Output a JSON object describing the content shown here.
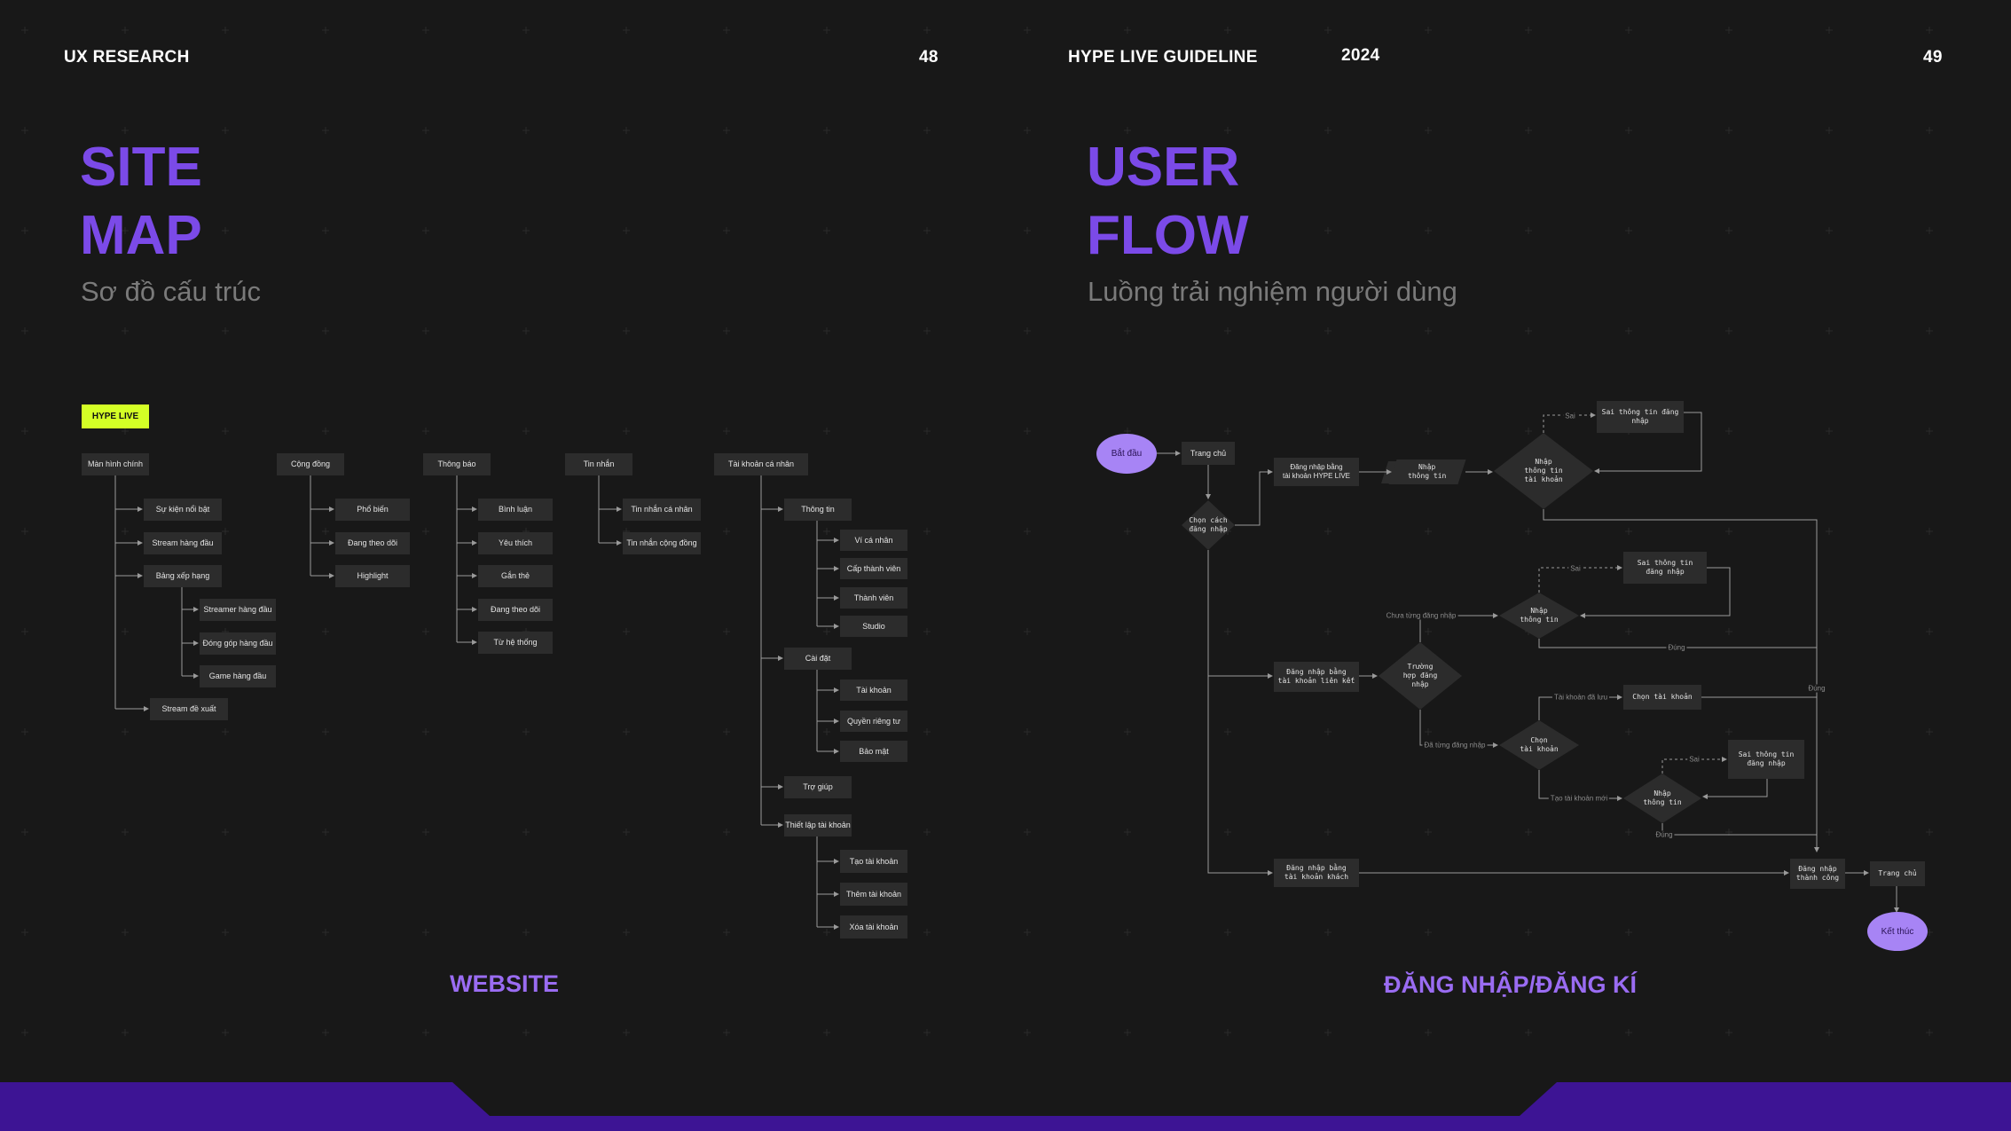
{
  "left_page": {
    "header": "UX RESEARCH",
    "page_number": "48",
    "title_line1": "SITE",
    "title_line2": "MAP",
    "subtitle": "Sơ đồ cấu trúc",
    "caption": "WEBSITE",
    "root_badge": "HYPE LIVE",
    "sitemap": [
      {
        "label": "Màn hình chính",
        "children": [
          {
            "label": "Sự kiện nổi bật"
          },
          {
            "label": "Stream hàng đầu"
          },
          {
            "label": "Bảng xếp hạng",
            "children": [
              {
                "label": "Streamer hàng đầu"
              },
              {
                "label": "Đóng góp hàng đầu"
              },
              {
                "label": "Game hàng đầu"
              }
            ]
          },
          {
            "label": "Stream đề xuất"
          }
        ]
      },
      {
        "label": "Cộng đồng",
        "children": [
          {
            "label": "Phổ biến"
          },
          {
            "label": "Đang theo dõi"
          },
          {
            "label": "Highlight"
          }
        ]
      },
      {
        "label": "Thông báo",
        "children": [
          {
            "label": "Bình luận"
          },
          {
            "label": "Yêu thích"
          },
          {
            "label": "Gắn thẻ"
          },
          {
            "label": "Đang theo dõi"
          },
          {
            "label": "Từ hệ thống"
          }
        ]
      },
      {
        "label": "Tin nhắn",
        "children": [
          {
            "label": "Tin nhắn cá nhân"
          },
          {
            "label": "Tin nhắn cộng đồng"
          }
        ]
      },
      {
        "label": "Tài khoản cá nhân",
        "children": [
          {
            "label": "Thông tin",
            "children": [
              {
                "label": "Ví cá nhân"
              },
              {
                "label": "Cấp thành viên"
              },
              {
                "label": "Thành viên"
              },
              {
                "label": "Studio"
              }
            ]
          },
          {
            "label": "Cài đặt",
            "children": [
              {
                "label": "Tài khoản"
              },
              {
                "label": "Quyền riêng tư"
              },
              {
                "label": "Bảo mật"
              }
            ]
          },
          {
            "label": "Trợ giúp"
          },
          {
            "label": "Thiết lập tài khoản",
            "children": [
              {
                "label": "Tạo tài khoản"
              },
              {
                "label": "Thêm tài khoản"
              },
              {
                "label": "Xóa tài khoản"
              }
            ]
          }
        ]
      }
    ]
  },
  "right_page": {
    "header": "HYPE LIVE GUIDELINE",
    "year": "2024",
    "page_number": "49",
    "title_line1": "USER",
    "title_line2": "FLOW",
    "subtitle": "Luồng trải nghiệm người dùng",
    "caption": "ĐĂNG NHẬP/ĐĂNG KÍ",
    "flow": {
      "start": "Bắt đầu",
      "home": "Trang chủ",
      "choose_method": "Chọn cách\nđăng nhập",
      "login_hype": "Đăng nhập bằng\ntài khoản HYPE LIVE",
      "input_info": "Nhập\nthông tin",
      "check_account": "Nhập\nthông tin\ntài khoản",
      "wrong_info_1": "Sai thông tin đăng\nnhập",
      "login_linked": "Đăng nhập bằng\ntài khoản liên kết",
      "login_case": "Trường\nhợp đăng\nnhập",
      "input_info_2": "Nhập\nthông tin",
      "wrong_info_2": "Sai thông tin\nđăng nhập",
      "choose_account": "Chọn\ntài khoản",
      "select_account": "Chọn tài khoản",
      "input_info_3": "Nhập\nthông tin",
      "wrong_info_3": "Sai thông tin\nđăng nhập",
      "login_guest": "Đăng nhập bằng\ntài khoản khách",
      "login_success": "Đăng nhập\nthành công",
      "home_end": "Trang chủ",
      "end": "Kết thúc",
      "labels": {
        "wrong": "Sai",
        "correct": "Đúng",
        "never_logged": "Chưa từng đăng nhập",
        "logged_before": "Đã từng đăng nhập",
        "saved_account": "Tài khoản đã lưu",
        "new_account": "Tạo tài khoản mới"
      }
    }
  },
  "colors": {
    "background": "#181818",
    "accent": "#7b4ae8",
    "badge": "#d4ff26",
    "band": "#3d1494",
    "node": "#2c2c2c"
  }
}
